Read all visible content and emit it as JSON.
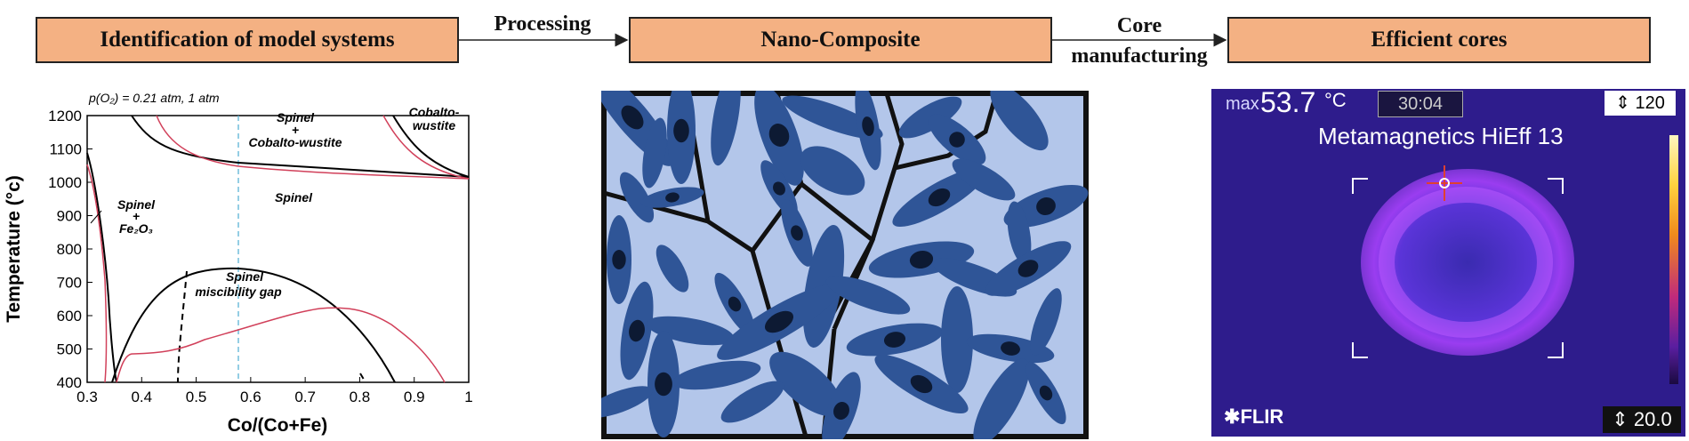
{
  "flow": {
    "box1": "Identification of model systems",
    "arrow1": "Processing",
    "box2": "Nano-Composite",
    "arrow2_line1": "Core",
    "arrow2_line2": "manufacturing",
    "box3": "Efficient cores"
  },
  "phase_diagram": {
    "header": "p(O₂) = 0.21 atm, 1 atm",
    "xlabel": "Co/(Co+Fe)",
    "ylabel": "Temperature (°c)",
    "x_ticks": [
      "0.3",
      "0.4",
      "0.5",
      "0.6",
      "0.7",
      "0.8",
      "0.9",
      "1"
    ],
    "y_ticks": [
      "400",
      "500",
      "600",
      "700",
      "800",
      "900",
      "1000",
      "1100",
      "1200"
    ],
    "labels": {
      "spinel_cw_1": "Spinel",
      "spinel_cw_2": "+",
      "spinel_cw_3": "Cobalto-wustite",
      "cobalto_1": "Cobalto-",
      "cobalto_2": "wustite",
      "spinel": "Spinel",
      "spinel_fe_1": "Spinel",
      "spinel_fe_2": "+",
      "spinel_fe_3": "Fe₂O₃",
      "gap_1": "Spinel",
      "gap_2": "miscibility gap"
    },
    "colors": {
      "black_curve": "#000000",
      "red_curve": "#d1405a",
      "dashed_line": "#5ab4d6"
    }
  },
  "nanocomposite": {
    "grain_color": "#b3c6ea",
    "particle_color": "#2f5597",
    "core_color": "#0d1a33"
  },
  "thermal": {
    "max_label": "max",
    "max_value": "53.7",
    "unit": "°C",
    "timer": "30:04",
    "range_top": "120",
    "range_bottom": "20.0",
    "caption": "Metamagnetics HiEff 13",
    "brand": "FLIR",
    "up_down_icon": "⇕"
  }
}
